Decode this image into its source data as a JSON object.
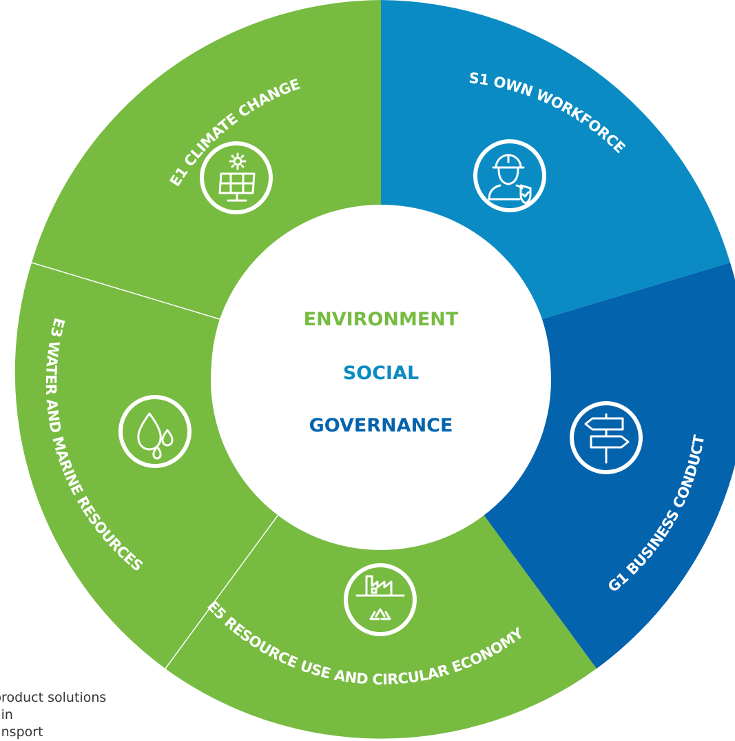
{
  "colors": {
    "environment": "#77bb41",
    "social": "#0b8bc3",
    "governance": "#0463ad",
    "divider": "#ffffff"
  },
  "center": {
    "environment": "ENVIRONMENT",
    "social": "SOCIAL",
    "governance": "GOVERNANCE"
  },
  "segments": [
    {
      "id": "e1",
      "label": "E1 CLIMATE CHANGE",
      "icon": "solar-panel-icon",
      "pillar": "environment"
    },
    {
      "id": "s1",
      "label": "S1 OWN WORKFORCE",
      "icon": "worker-shield-icon",
      "pillar": "social"
    },
    {
      "id": "g1",
      "label": "G1 BUSINESS CONDUCT",
      "icon": "signpost-icon",
      "pillar": "governance"
    },
    {
      "id": "e5",
      "label": "E5 RESOURCE USE AND CIRCULAR ECONOMY",
      "icon": "factory-recycle-icon",
      "pillar": "environment"
    },
    {
      "id": "e3",
      "label": "E3 WATER AND MARINE RESOURCES",
      "icon": "water-drops-icon",
      "pillar": "environment"
    }
  ],
  "side_text": [
    "product solutions",
    "ain",
    "ansport"
  ]
}
